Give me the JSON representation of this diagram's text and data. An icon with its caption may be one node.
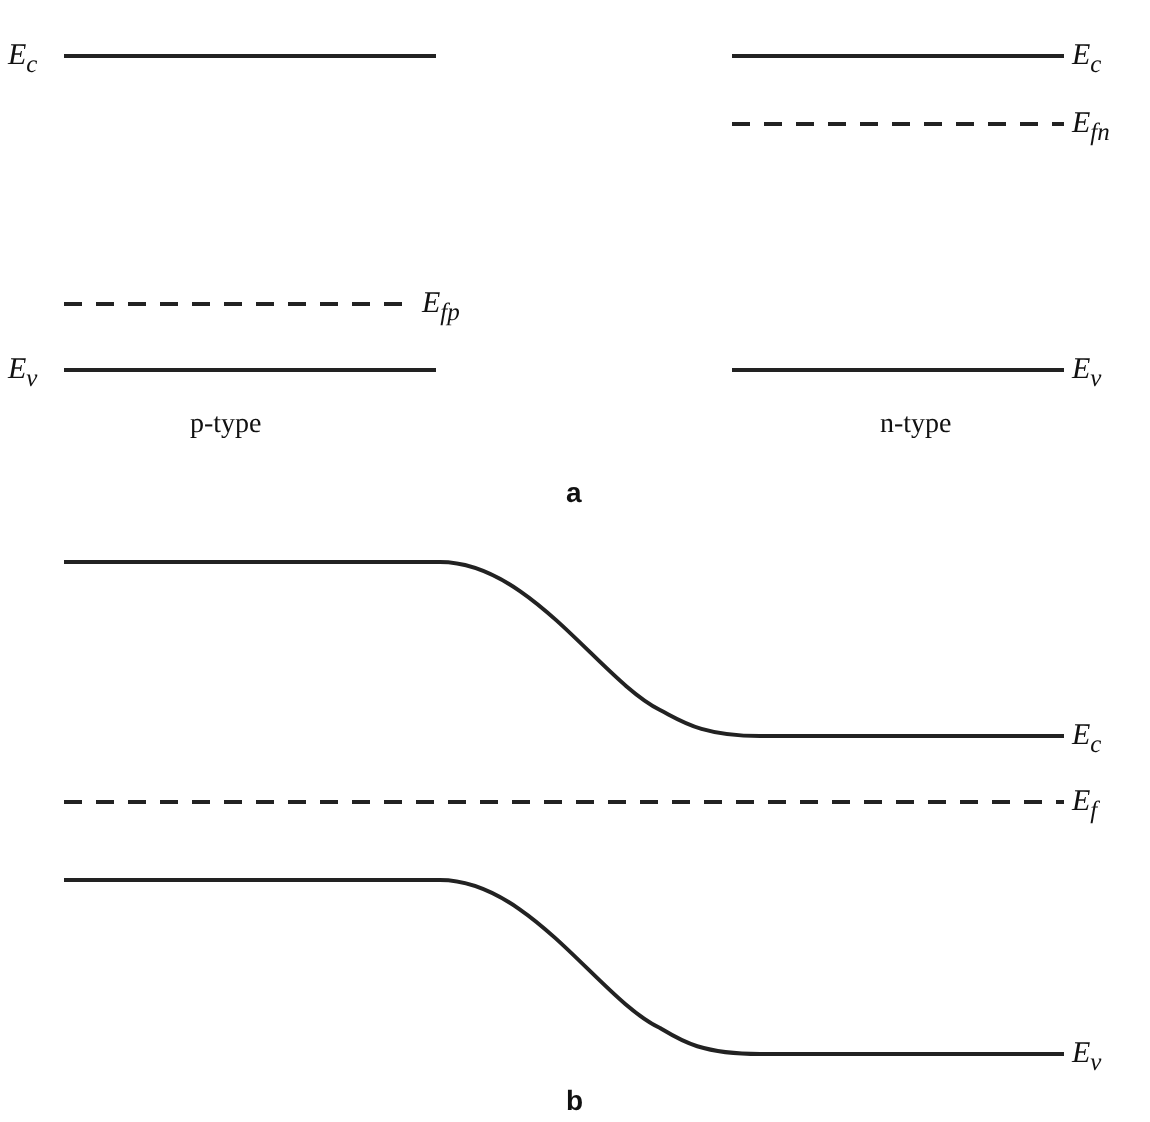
{
  "diagram": {
    "labels": [
      "E$_{c}$",
      "E$_{c}$",
      "E$_{fn}$",
      "E$_{fp}$",
      "E$_{v}$",
      "E$_{v}$",
      "p-type",
      "n-type",
      "a",
      "E$_{c}$",
      "E$_{f}$",
      "E$_{v}$",
      "b"
    ]
  }
}
